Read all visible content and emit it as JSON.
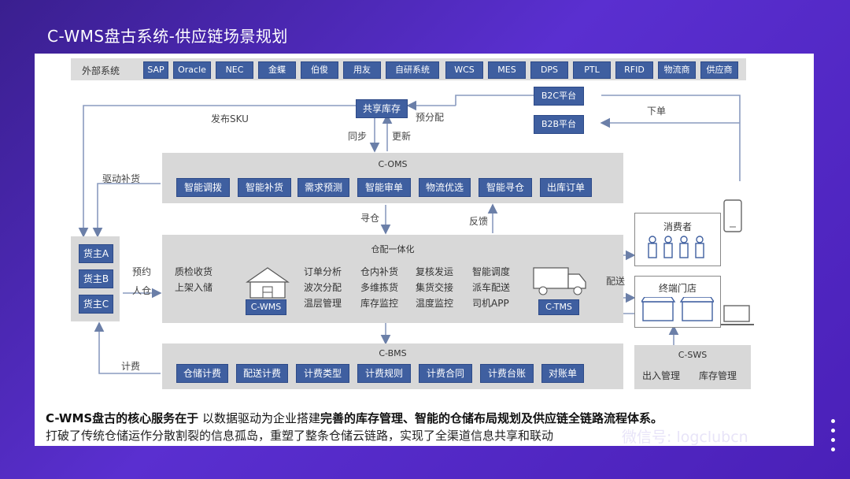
{
  "title": "C-WMS盘古系统-供应链场景规划",
  "external": {
    "label": "外部系统",
    "chips": [
      "SAP",
      "Oracle",
      "NEC",
      "金蝶",
      "伯俊",
      "用友",
      "自研系统",
      "WCS",
      "MES",
      "DPS",
      "PTL",
      "RFID",
      "物流商",
      "供应商"
    ]
  },
  "platform": {
    "shared_inventory": "共享库存",
    "b2c": "B2C平台",
    "b2b": "B2B平台",
    "publish_sku": "发布SKU",
    "pre_allocate": "预分配",
    "place_order": "下单",
    "sync": "同步",
    "update": "更新",
    "drive_replenish": "驱动补货"
  },
  "oms": {
    "title": "C-OMS",
    "buttons": [
      "智能调拨",
      "智能补货",
      "需求预测",
      "智能审单",
      "物流优选",
      "智能寻仓",
      "出库订单"
    ]
  },
  "flow": {
    "find_warehouse": "寻仓",
    "feedback": "反馈",
    "reserve": "预约",
    "inbound": "人仓",
    "deliver": "配送",
    "billing": "计费"
  },
  "owners": [
    "货主A",
    "货主B",
    "货主C"
  ],
  "wd": {
    "title": "仓配一体化",
    "left_items": [
      "质检收货",
      "上架入储"
    ],
    "wms_label": "C-WMS",
    "tms_label": "C-TMS",
    "grid": [
      [
        "订单分析",
        "仓内补货",
        "复核发运",
        "智能调度"
      ],
      [
        "波次分配",
        "多维拣货",
        "集货交接",
        "派车配送"
      ],
      [
        "温层管理",
        "库存监控",
        "温度监控",
        "司机APP"
      ]
    ]
  },
  "bms": {
    "title": "C-BMS",
    "buttons": [
      "仓储计费",
      "配送计费",
      "计费类型",
      "计费规则",
      "计费合同",
      "计费台账",
      "对账单"
    ]
  },
  "right": {
    "consumer": "消费者",
    "store": "终端门店",
    "sws_title": "C-SWS",
    "sws_items": [
      "出入管理",
      "库存管理"
    ]
  },
  "footer": {
    "lead_bold": "C-WMS盘古的核心服务在于",
    "lead": " 以数据驱动为企业搭建",
    "emph": "完善的库存管理、智能的仓储布局规划及供应链全链路流程体系。",
    "line2": "打破了传统仓储运作分散割裂的信息孤岛，重塑了整条仓储云链路，实现了全渠道信息共享和联动"
  },
  "watermark": "微信号: logclubcn",
  "colors": {
    "chip": "#3f5fa0",
    "block": "#d8d8d8",
    "background": "#4a20b8"
  }
}
